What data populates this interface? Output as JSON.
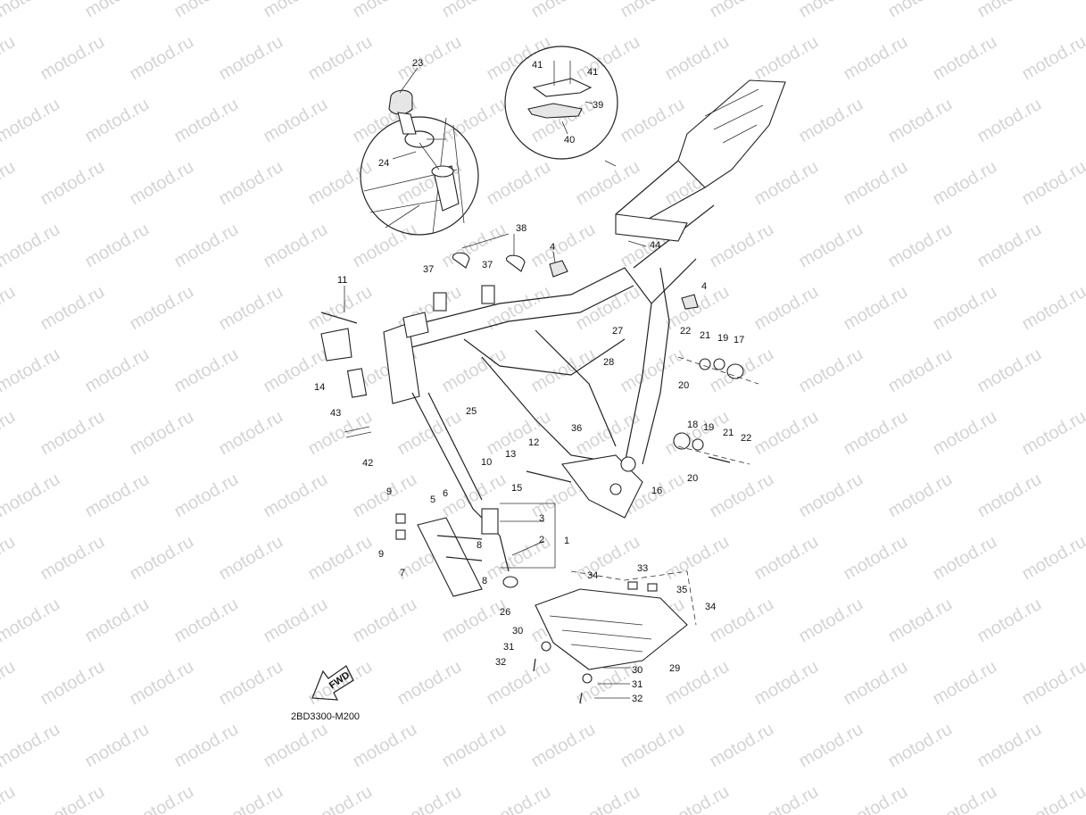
{
  "watermark": {
    "text": "motod.ru",
    "color": "#d4d4d4"
  },
  "diagram_code": "2BD3300-M200",
  "fwd_arrow": {
    "label": "FWD"
  },
  "callouts": [
    {
      "id": "c23",
      "text": "23"
    },
    {
      "id": "c24",
      "text": "24"
    },
    {
      "id": "c41a",
      "text": "41"
    },
    {
      "id": "c41b",
      "text": "41"
    },
    {
      "id": "c39",
      "text": "39"
    },
    {
      "id": "c40",
      "text": "40"
    },
    {
      "id": "c38",
      "text": "38"
    },
    {
      "id": "c4a",
      "text": "4"
    },
    {
      "id": "c44",
      "text": "44"
    },
    {
      "id": "c37a",
      "text": "37"
    },
    {
      "id": "c37b",
      "text": "37"
    },
    {
      "id": "c4b",
      "text": "4"
    },
    {
      "id": "c11",
      "text": "11"
    },
    {
      "id": "c27",
      "text": "27"
    },
    {
      "id": "c22a",
      "text": "22"
    },
    {
      "id": "c21a",
      "text": "21"
    },
    {
      "id": "c19a",
      "text": "19"
    },
    {
      "id": "c17",
      "text": "17"
    },
    {
      "id": "c28",
      "text": "28"
    },
    {
      "id": "c20a",
      "text": "20"
    },
    {
      "id": "c14",
      "text": "14"
    },
    {
      "id": "c25",
      "text": "25"
    },
    {
      "id": "c43",
      "text": "43"
    },
    {
      "id": "c18",
      "text": "18"
    },
    {
      "id": "c19b",
      "text": "19"
    },
    {
      "id": "c21b",
      "text": "21"
    },
    {
      "id": "c22b",
      "text": "22"
    },
    {
      "id": "c36",
      "text": "36"
    },
    {
      "id": "c12",
      "text": "12"
    },
    {
      "id": "c13",
      "text": "13"
    },
    {
      "id": "c42",
      "text": "42"
    },
    {
      "id": "c10",
      "text": "10"
    },
    {
      "id": "c20b",
      "text": "20"
    },
    {
      "id": "c15",
      "text": "15"
    },
    {
      "id": "c16",
      "text": "16"
    },
    {
      "id": "c9a",
      "text": "9"
    },
    {
      "id": "c6",
      "text": "6"
    },
    {
      "id": "c5",
      "text": "5"
    },
    {
      "id": "c3",
      "text": "3"
    },
    {
      "id": "c2",
      "text": "2"
    },
    {
      "id": "c1",
      "text": "1"
    },
    {
      "id": "c9b",
      "text": "9"
    },
    {
      "id": "c8a",
      "text": "8"
    },
    {
      "id": "c7",
      "text": "7"
    },
    {
      "id": "c8b",
      "text": "8"
    },
    {
      "id": "c34a",
      "text": "34"
    },
    {
      "id": "c33",
      "text": "33"
    },
    {
      "id": "c35",
      "text": "35"
    },
    {
      "id": "c26",
      "text": "26"
    },
    {
      "id": "c34b",
      "text": "34"
    },
    {
      "id": "c30a",
      "text": "30"
    },
    {
      "id": "c31a",
      "text": "31"
    },
    {
      "id": "c32a",
      "text": "32"
    },
    {
      "id": "c29",
      "text": "29"
    },
    {
      "id": "c30b",
      "text": "30"
    },
    {
      "id": "c31b",
      "text": "31"
    },
    {
      "id": "c32b",
      "text": "32"
    }
  ]
}
